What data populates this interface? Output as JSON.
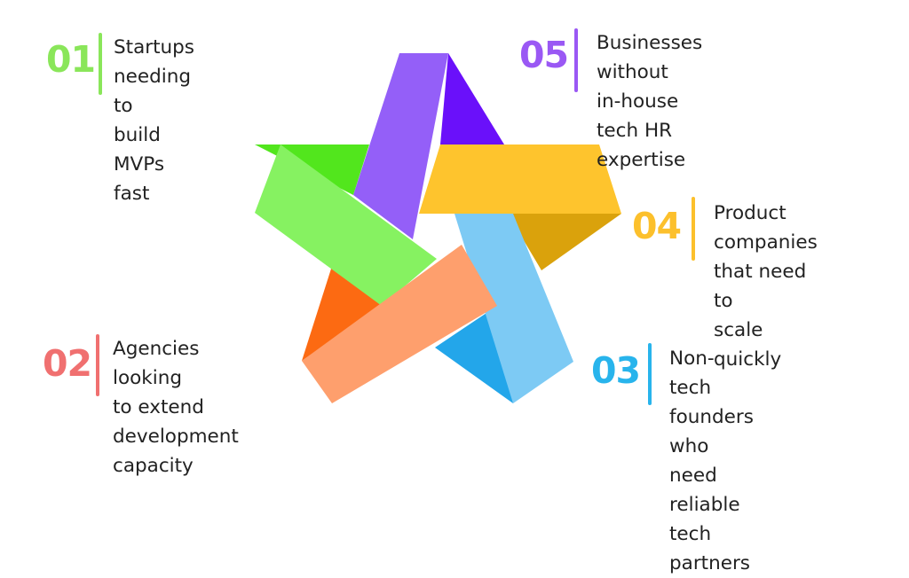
{
  "items": [
    {
      "number": "01",
      "text": "Startups needing to\nbuild MVPs fast",
      "color": "#8ae65a"
    },
    {
      "number": "02",
      "text": "Agencies looking\nto extend\ndevelopment\ncapacity",
      "color": "#f07070"
    },
    {
      "number": "03",
      "text": "Non-tech\nfounders who\nneed reliable\ntech partners",
      "color": "#28b4ec"
    },
    {
      "number": "04",
      "text": "Product\ncompanies\nthat need to\nscale quickly",
      "color": "#fcc02c"
    },
    {
      "number": "05",
      "text": "Businesses without\nin-house tech HR\nexpertise",
      "color": "#9a58f4"
    }
  ],
  "star_colors": {
    "green": "#86f261",
    "green_dark": "#52e61d",
    "purple": "#945ff8",
    "purple_dark": "#6a10fa",
    "yellow": "#fec42d",
    "yellow_dark": "#daa20c",
    "blue": "#7dcaf4",
    "blue_dark": "#23a6ea",
    "orange": "#fe9f6d",
    "orange_dark": "#fc6a12"
  }
}
